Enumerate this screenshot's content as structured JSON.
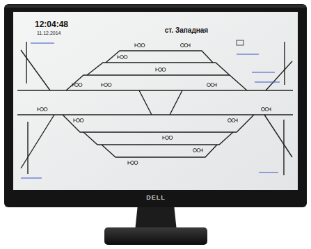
{
  "diagram": {
    "title": "ст. Западная",
    "labels": [
      "12:04:48",
      "11.12.2014",
      "DELL"
    ]
  }
}
